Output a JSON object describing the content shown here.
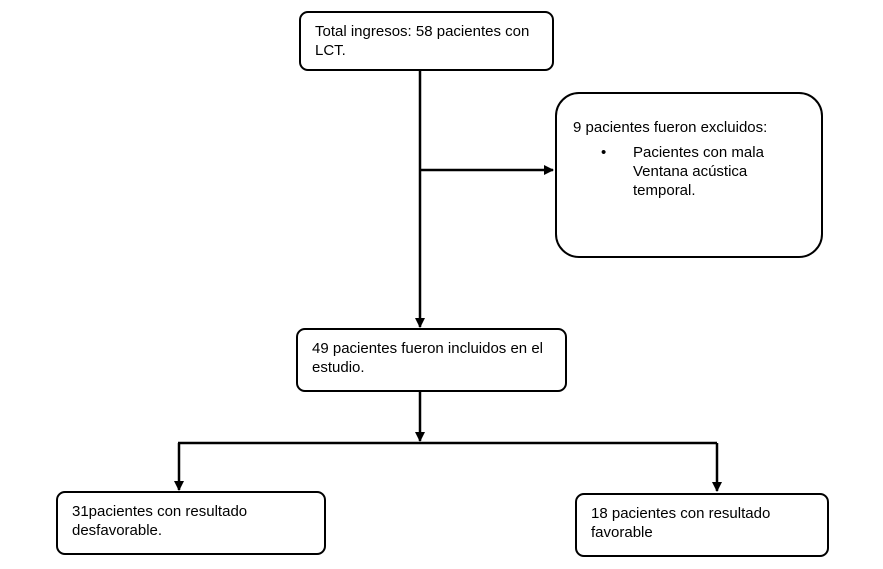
{
  "flowchart": {
    "total": {
      "text": "Total ingresos: 58 pacientes con LCT."
    },
    "excluded": {
      "title": "9 pacientes fueron excluidos:",
      "reasons": [
        "Pacientes con mala Ventana acústica temporal."
      ]
    },
    "included": {
      "text": "49 pacientes fueron incluidos en el estudio."
    },
    "unfavorable": {
      "text": "31pacientes con resultado desfavorable."
    },
    "favorable": {
      "text": "18 pacientes con resultado favorable"
    }
  },
  "colors": {
    "line": "#000000",
    "box_border": "#000000",
    "background": "#ffffff"
  },
  "icons": {
    "bullet": "bullet-dot-icon"
  }
}
